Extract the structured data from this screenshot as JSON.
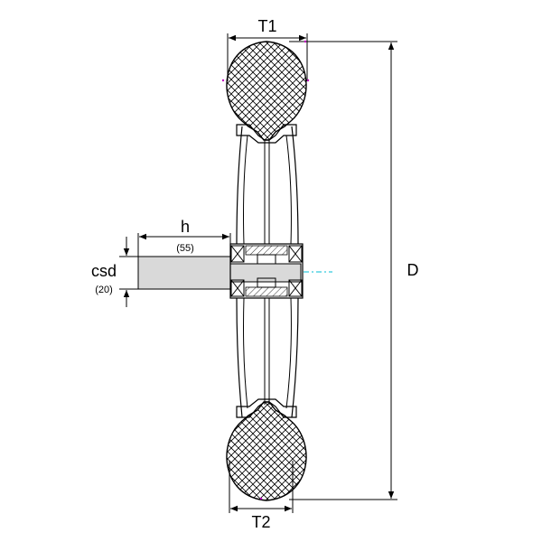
{
  "labels": {
    "t1": "T1",
    "t2": "T2",
    "d": "D",
    "h": "h",
    "h_value": "(55)",
    "csd": "csd",
    "csd_value": "(20)"
  },
  "colors": {
    "line": "#000000",
    "shaft_fill": "#d9d9d9",
    "centerline": "#00bcd4",
    "marker": "#c000c0"
  }
}
